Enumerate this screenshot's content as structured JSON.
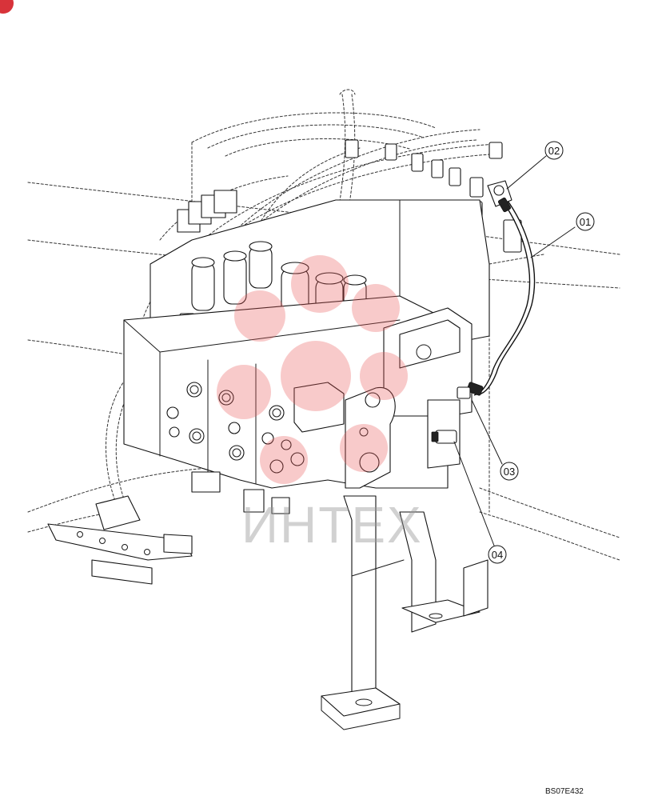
{
  "callouts": [
    {
      "id": "01",
      "label": "01"
    },
    {
      "id": "02",
      "label": "02"
    },
    {
      "id": "03",
      "label": "03"
    },
    {
      "id": "04",
      "label": "04"
    }
  ],
  "watermark": {
    "text": "ИНТЕХ",
    "icon": "flower-logo-icon"
  },
  "drawing_code": "BS07E432",
  "corner_badge": {
    "icon": "red-circle-badge-icon",
    "color": "#d8333a"
  },
  "colors": {
    "line": "#111111",
    "watermark_logo": "#e85a5a",
    "watermark_text": "#9a9a9a"
  }
}
